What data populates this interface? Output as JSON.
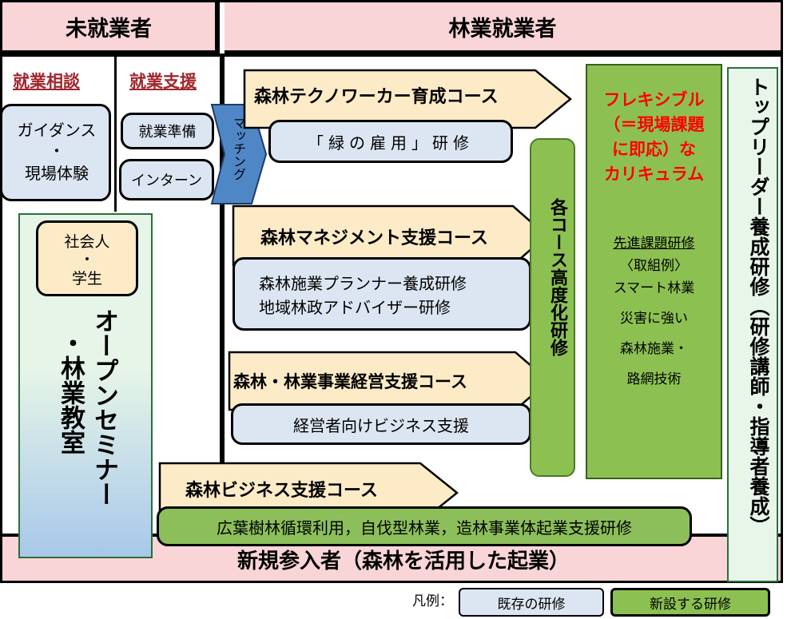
{
  "header": {
    "unemployed": "未就業者",
    "forestry_workers": "林業就業者"
  },
  "left": {
    "consult_label": "就業相談",
    "support_label": "就業支援",
    "guidance_line1": "ガイダンス",
    "guidance_dot": "・",
    "guidance_line2": "現場体験",
    "prep": "就業準備",
    "intern": "インターン",
    "matching": "マッチング",
    "adult_line1": "社会人",
    "adult_dot": "・",
    "adult_line2": "学生",
    "seminar_col1": "オープンセミナー",
    "seminar_col2": "・林業教室"
  },
  "courses": [
    {
      "title": "森林テクノワーカー育成コース",
      "sub": [
        "「緑の雇用」研修"
      ]
    },
    {
      "title": "森林マネジメント支援コース",
      "sub": [
        "森林施業プランナー養成研修",
        "地域林政アドバイザー研修"
      ]
    },
    {
      "title": "森林・林業事業経営支援コース",
      "sub": [
        "経営者向けビジネス支援"
      ]
    },
    {
      "title": "森林ビジネス支援コース",
      "sub": [
        "広葉樹林循環利用，自伐型林業，造林事業体起業支援研修"
      ]
    }
  ],
  "advanced": {
    "vertical": "各コース高度化研修"
  },
  "flexible": {
    "red_lines": [
      "フレキシブル",
      "（＝現場課題",
      "に即応）な",
      "カリキュラム"
    ],
    "heading": "先進課題研修",
    "example": "〈取組例〉",
    "items": [
      "スマート林業",
      "災害に強い",
      "森林施業・",
      "路網技術"
    ]
  },
  "top_leader": {
    "vertical": "トップリーダー養成研修（研修講師・指導者養成）"
  },
  "bottom": {
    "new_entrants": "新規参入者（森林を活用した起業）"
  },
  "legend": {
    "label": "凡例：",
    "existing": "既存の研修",
    "new": "新設する研修"
  },
  "colors": {
    "pink": "#f9d5d7",
    "existing": "#dce6f2",
    "new": "#8cc152",
    "arrow": "#fdebc8",
    "matching": "#4f86c6",
    "red_text": "#ff0000",
    "label_red": "#a0262d"
  }
}
